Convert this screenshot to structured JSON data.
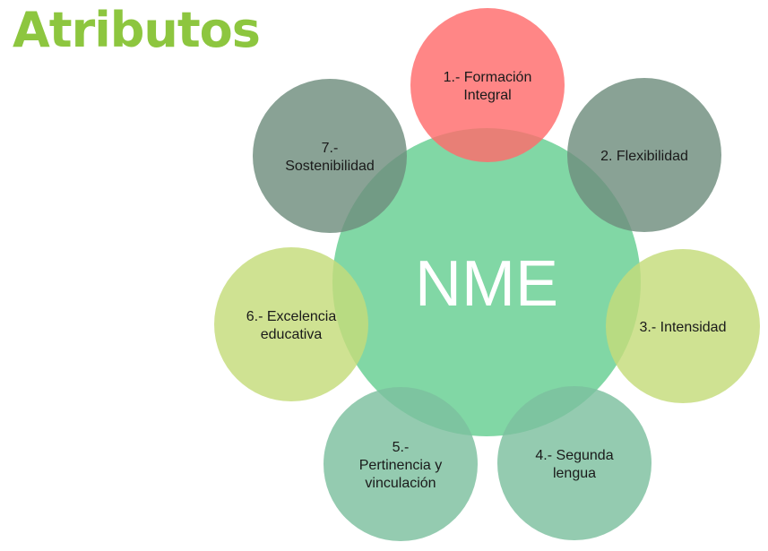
{
  "title": "Atributos",
  "center": {
    "label": "NME",
    "color": "#5dcc8c"
  },
  "attributes": [
    {
      "lines": [
        "1.- Formación",
        "Integral"
      ],
      "color": "#ff6b6b"
    },
    {
      "lines": [
        "2. Flexibilidad"
      ],
      "color": "#6f8d7e"
    },
    {
      "lines": [
        "3.- Intensidad"
      ],
      "color": "#c4dc7a"
    },
    {
      "lines": [
        "4.- Segunda",
        "lengua"
      ],
      "color": "#7dbf9f"
    },
    {
      "lines": [
        "5.-",
        "Pertinencia y",
        "vinculación"
      ],
      "color": "#7dbf9f"
    },
    {
      "lines": [
        "6.- Excelencia",
        "educativa"
      ],
      "color": "#c4dc7a"
    },
    {
      "lines": [
        "7.-",
        "Sostenibilidad"
      ],
      "color": "#6f8d7e"
    }
  ]
}
